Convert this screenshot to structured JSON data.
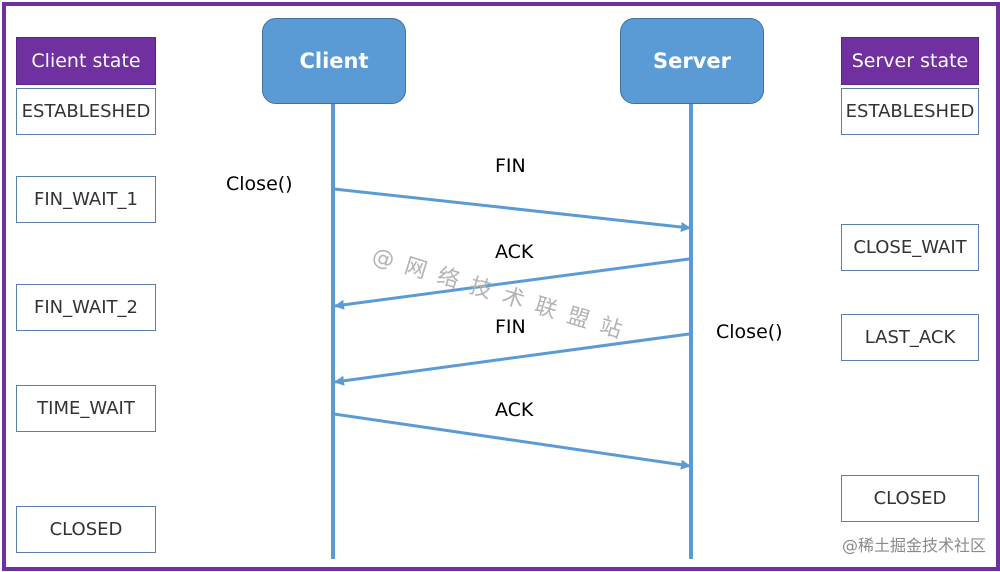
{
  "client_column": {
    "header": "Client state",
    "states": [
      "ESTABLESHED",
      "FIN_WAIT_1",
      "FIN_WAIT_2",
      "TIME_WAIT",
      "CLOSED"
    ]
  },
  "server_column": {
    "header": "Server state",
    "states": [
      "ESTABLESHED",
      "CLOSE_WAIT",
      "LAST_ACK",
      "CLOSED"
    ]
  },
  "actors": {
    "client": "Client",
    "server": "Server"
  },
  "calls": {
    "client_close": "Close()",
    "server_close": "Close()"
  },
  "messages": [
    {
      "label": "FIN",
      "from": "client",
      "to": "server"
    },
    {
      "label": "ACK",
      "from": "server",
      "to": "client"
    },
    {
      "label": "FIN",
      "from": "server",
      "to": "client"
    },
    {
      "label": "ACK",
      "from": "client",
      "to": "server"
    }
  ],
  "watermark": "@网络技术联盟站",
  "footer_watermark": "@稀土掘金技术社区",
  "colors": {
    "frame": "#7030a0",
    "state_header": "#7030a0",
    "actor": "#5b9bd5",
    "arrow": "#5b9bd5"
  }
}
